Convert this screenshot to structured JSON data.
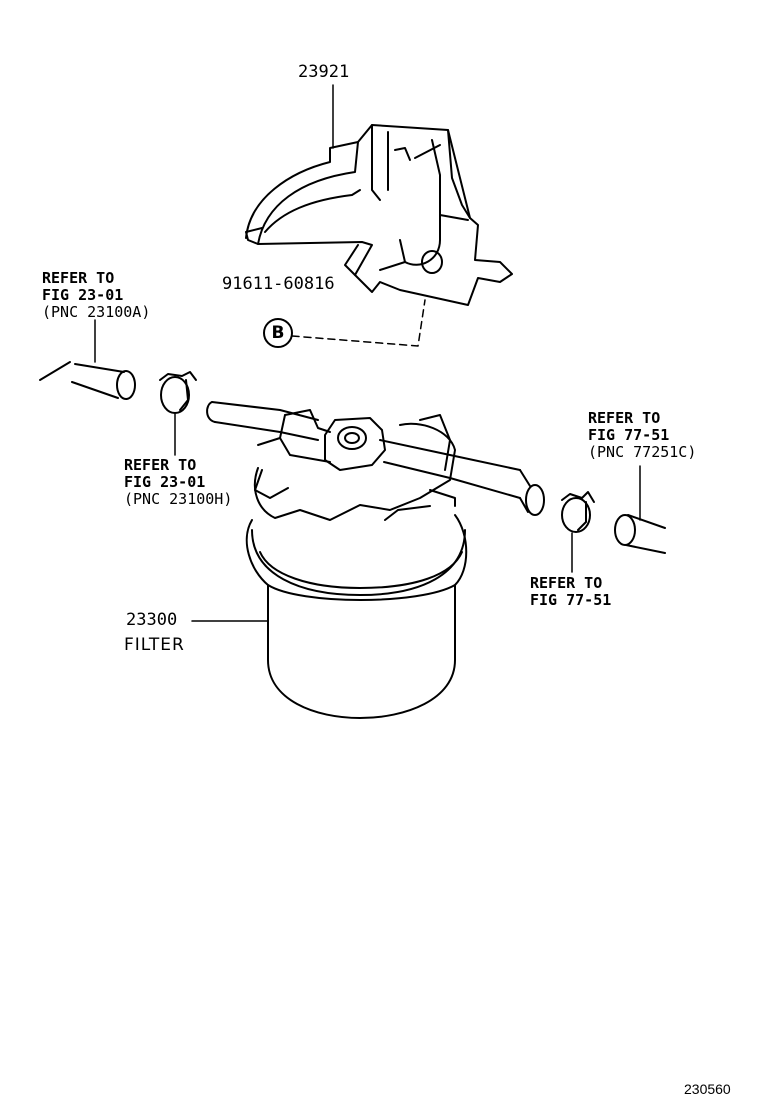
{
  "parts": {
    "bracket": {
      "number": "23921"
    },
    "bolt": {
      "number": "91611-60816",
      "symbol": "B"
    },
    "filter": {
      "number": "23300",
      "name": "FILTER"
    }
  },
  "references": {
    "hose_left": {
      "line1": "REFER TO",
      "line2": "FIG 23-01",
      "line3": "(PNC 23100A)"
    },
    "clamp_left": {
      "line1": "REFER TO",
      "line2": "FIG 23-01",
      "line3": "(PNC 23100H)"
    },
    "hose_right": {
      "line1": "REFER TO",
      "line2": "FIG 77-51",
      "line3": "(PNC 77251C)"
    },
    "clamp_right": {
      "line1": "REFER TO",
      "line2": "FIG 77-51"
    }
  },
  "figure_number": "230560"
}
